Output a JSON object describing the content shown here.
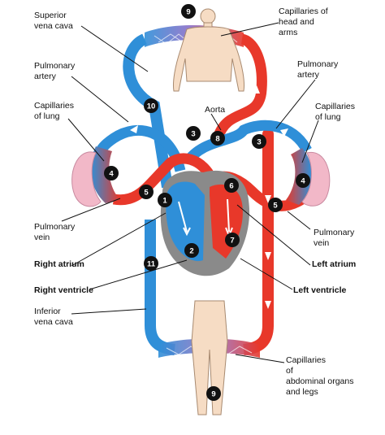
{
  "labels": {
    "superior_vena_cava": [
      "Superior",
      "vena cava"
    ],
    "capillaries_head": [
      "Capillaries of",
      "head and",
      "arms"
    ],
    "pulmonary_artery_left": [
      "Pulmonary",
      "artery"
    ],
    "pulmonary_artery_right": [
      "Pulmonary",
      "artery"
    ],
    "capillaries_lung_left": [
      "Capillaries",
      "of lung"
    ],
    "capillaries_lung_right": [
      "Capillaries",
      "of lung"
    ],
    "aorta": "Aorta",
    "pulmonary_vein_left": [
      "Pulmonary",
      "vein"
    ],
    "pulmonary_vein_right": [
      "Pulmonary",
      "vein"
    ],
    "right_atrium": "Right atrium",
    "left_atrium": "Left atrium",
    "right_ventricle": "Right ventricle",
    "left_ventricle": "Left ventricle",
    "inferior_vena_cava": [
      "Inferior",
      "vena cava"
    ],
    "capillaries_abdominal": [
      "Capillaries",
      "of",
      "abdominal organs",
      "and legs"
    ]
  },
  "steps": [
    "1",
    "2",
    "3",
    "4",
    "5",
    "6",
    "7",
    "8",
    "9",
    "10",
    "11"
  ],
  "colors": {
    "oxygenated": "#e8382a",
    "deoxygenated": "#2f8fd8",
    "heart": "#8a8a8a",
    "lung": "#f2b8c8",
    "skin": "#f6dcc4",
    "marker": "#111111"
  }
}
